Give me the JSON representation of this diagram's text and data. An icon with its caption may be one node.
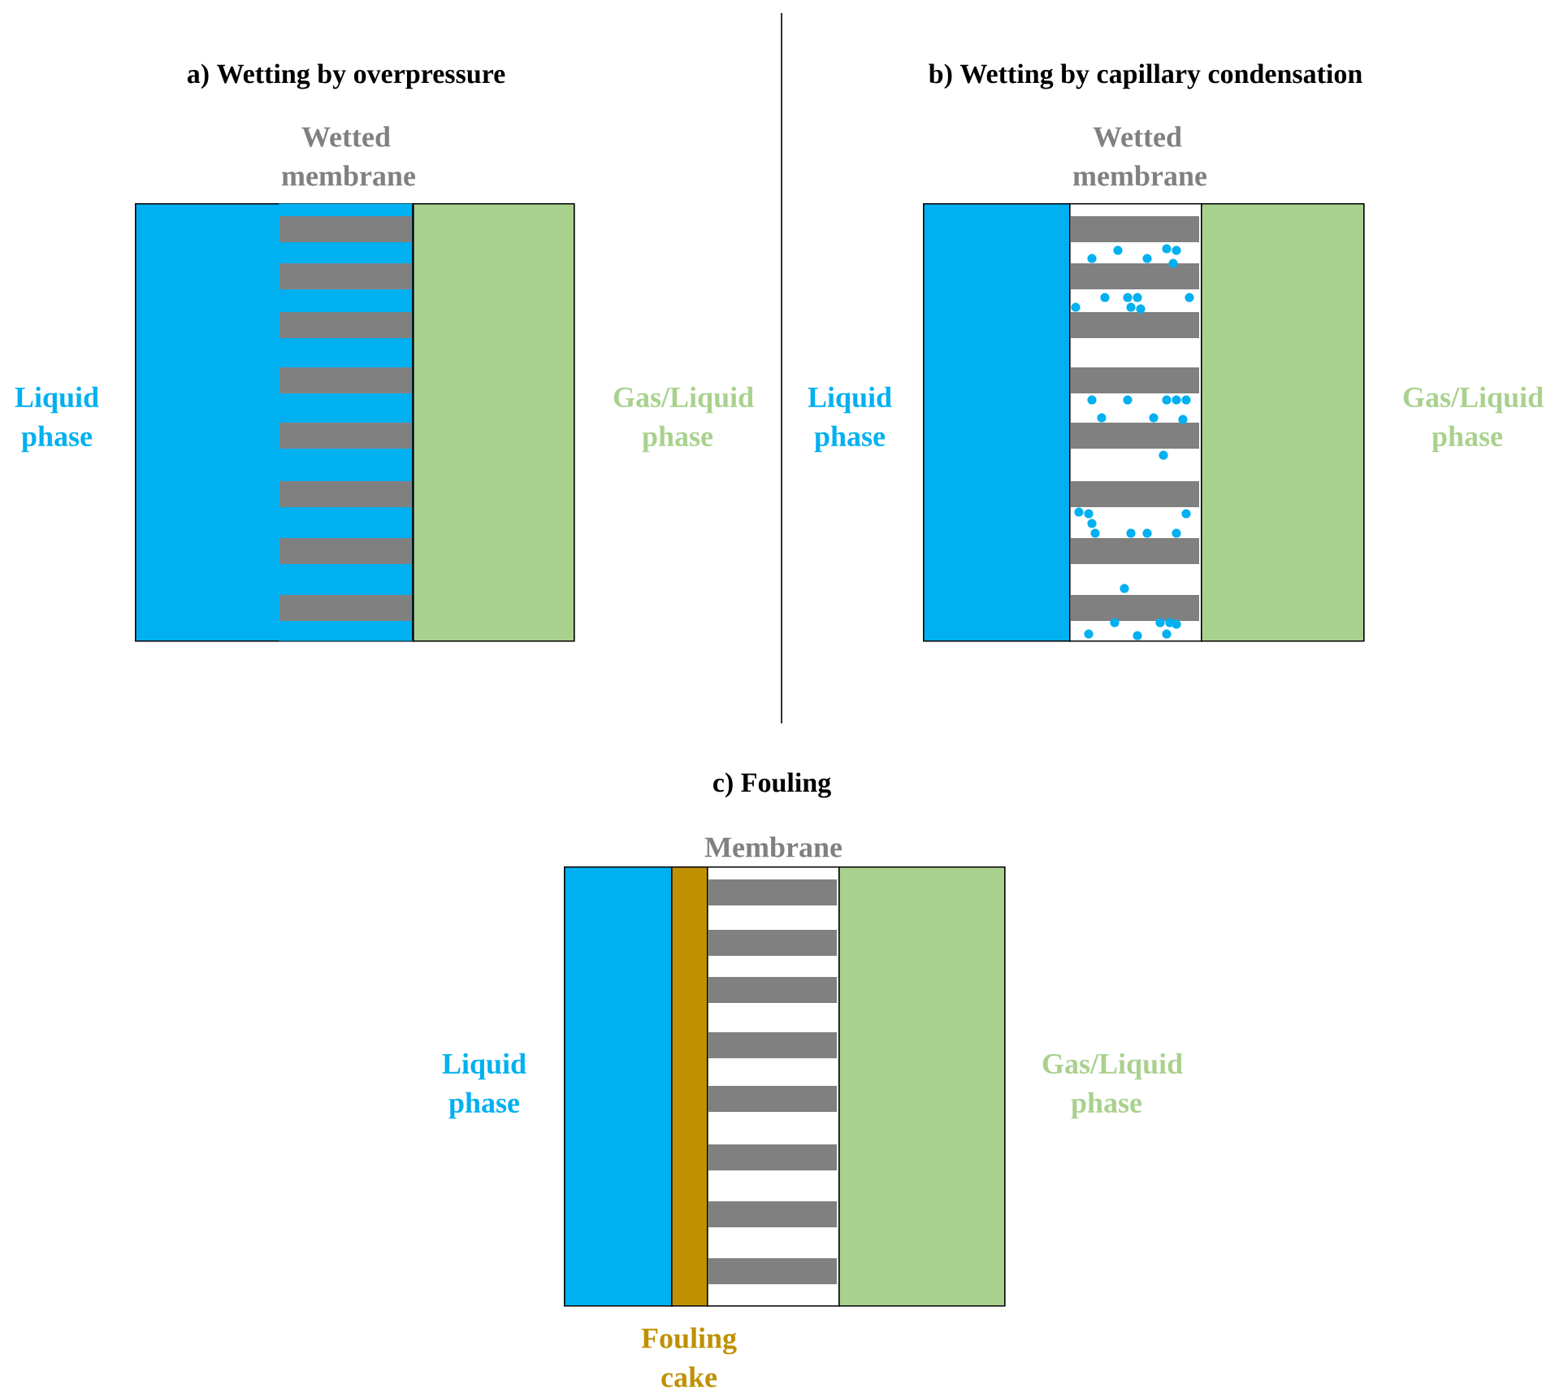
{
  "diagram": {
    "nodes": [
      {
        "text": [
          "Liquid phase"
        ]
      },
      {
        "text": [
          "Wetted membrane"
        ],
        "in": 0
      },
      {
        "text": [
          "Gas/Liquid phase"
        ]
      },
      {
        "text": [
          "Liquid phase"
        ]
      },
      {
        "text": [
          "Wetted membrane"
        ]
      },
      {
        "text": [
          "Gas/Liquid phase"
        ]
      },
      {
        "text": [
          "Liquid phase"
        ]
      },
      {
        "text": [
          "Fouling cake"
        ]
      },
      {
        "text": [
          "Membrane"
        ]
      },
      {
        "text": [
          "Gas/Liquid phase"
        ]
      }
    ],
    "labels": [
      "a) Wetting by overpressure",
      "b) Wetting by capillary condensation",
      "c) Fouling"
    ]
  }
}
